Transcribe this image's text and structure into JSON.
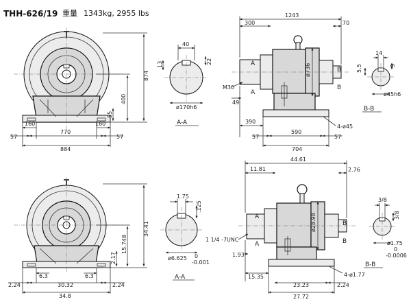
{
  "header": {
    "model": "THH-626/19",
    "weight_label": "重量",
    "weight_value": "1343kg, 2955 lbs"
  },
  "metric": {
    "front": {
      "d874": "874",
      "d400": "400",
      "d55": "55",
      "d160a": "160",
      "d160b": "160",
      "d57a": "57",
      "d57b": "57",
      "d770": "770",
      "d884": "884"
    },
    "shaft": {
      "d40": "40",
      "d13": "13",
      "d22": "22",
      "d170": "ø170h6",
      "section": "A-A"
    },
    "side": {
      "d1243": "1243",
      "d300": "300",
      "d70": "70",
      "d736": "ø736",
      "m30": "M30",
      "d49": "49",
      "d390": "390",
      "d590": "590",
      "d57c": "57",
      "d57d": "57",
      "d704": "704",
      "holes": "4-ø45",
      "markA1": "A",
      "markA2": "A",
      "markB1": "B",
      "markB2": "B"
    },
    "small": {
      "d14": "14",
      "d55": "5.5",
      "d9": "9",
      "d45": "ø45h6",
      "section": "B-B"
    }
  },
  "imperial": {
    "front": {
      "d3441": "34.41",
      "d15748": "15.748",
      "d217": "2.17",
      "d63a": "6.3",
      "d63b": "6.3",
      "d224a": "2.24",
      "d224b": "2.24",
      "d3032": "30.32",
      "d348": "34.8"
    },
    "shaft": {
      "d175": "1.75",
      "d125": ".125",
      "d6625": "ø6.625",
      "tol0": "0",
      "tol": "-0.001",
      "section": "A-A"
    },
    "side": {
      "d4461": "44.61",
      "d1181": "11.81",
      "d276": "2.76",
      "d2898": "ø28.98",
      "unc": "1 1/4 -7UNC",
      "d193": "1.93",
      "d1535": "15.35",
      "d2323": "23.23",
      "d224c": "2.24",
      "d2772": "27.72",
      "holes": "4-ø1.77",
      "markA1": "A",
      "markA2": "A",
      "markB1": "B",
      "markB2": "B"
    },
    "small": {
      "d38a": "3/8",
      "d38b": "3/8",
      "d175": "ø1.75",
      "tol0": "0",
      "tol": "-0.0006",
      "section": "B-B"
    }
  }
}
